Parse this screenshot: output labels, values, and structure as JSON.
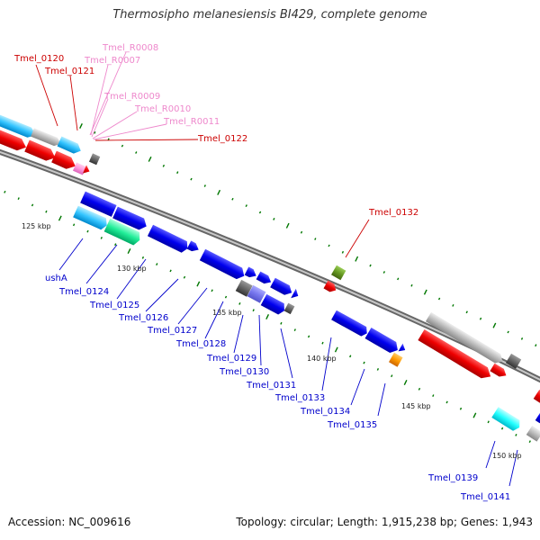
{
  "title": "Thermosipho melanesiensis BI429, complete genome",
  "footer": {
    "accession": "Accession: NC_009616",
    "summary": "Topology: circular; Length: 1,915,238 bp; Genes: 1,943"
  },
  "colors": {
    "forward_cds": "#ff0000",
    "reverse_cds": "#0000ff",
    "trna_label": "#ee88cc",
    "backbone": "#888888",
    "tick": "#007700"
  },
  "scale_labels": [
    "125 kbp",
    "130 kbp",
    "135 kbp",
    "140 kbp",
    "145 kbp",
    "150 kbp"
  ],
  "gene_labels_top": [
    {
      "text": "Tmel_0120",
      "kind": "forward"
    },
    {
      "text": "Tmel_R0008",
      "kind": "trna"
    },
    {
      "text": "Tmel_R0007",
      "kind": "trna"
    },
    {
      "text": "Tmel_0121",
      "kind": "forward"
    },
    {
      "text": "Tmel_R0009",
      "kind": "trna"
    },
    {
      "text": "Tmel_R0010",
      "kind": "trna"
    },
    {
      "text": "Tmel_R0011",
      "kind": "trna"
    },
    {
      "text": "Tmel_0122",
      "kind": "forward"
    },
    {
      "text": "Tmel_0132",
      "kind": "forward"
    }
  ],
  "gene_labels_bottom": [
    {
      "text": "ushA",
      "kind": "reverse"
    },
    {
      "text": "Tmel_0124",
      "kind": "reverse"
    },
    {
      "text": "Tmel_0125",
      "kind": "reverse"
    },
    {
      "text": "Tmel_0126",
      "kind": "reverse"
    },
    {
      "text": "Tmel_0127",
      "kind": "reverse"
    },
    {
      "text": "Tmel_0128",
      "kind": "reverse"
    },
    {
      "text": "Tmel_0129",
      "kind": "reverse"
    },
    {
      "text": "Tmel_0130",
      "kind": "reverse"
    },
    {
      "text": "Tmel_0131",
      "kind": "reverse"
    },
    {
      "text": "Tmel_0133",
      "kind": "reverse"
    },
    {
      "text": "Tmel_0134",
      "kind": "reverse"
    },
    {
      "text": "Tmel_0135",
      "kind": "reverse"
    },
    {
      "text": "Tmel_0139",
      "kind": "reverse"
    },
    {
      "text": "Tmel_0141",
      "kind": "reverse"
    }
  ]
}
